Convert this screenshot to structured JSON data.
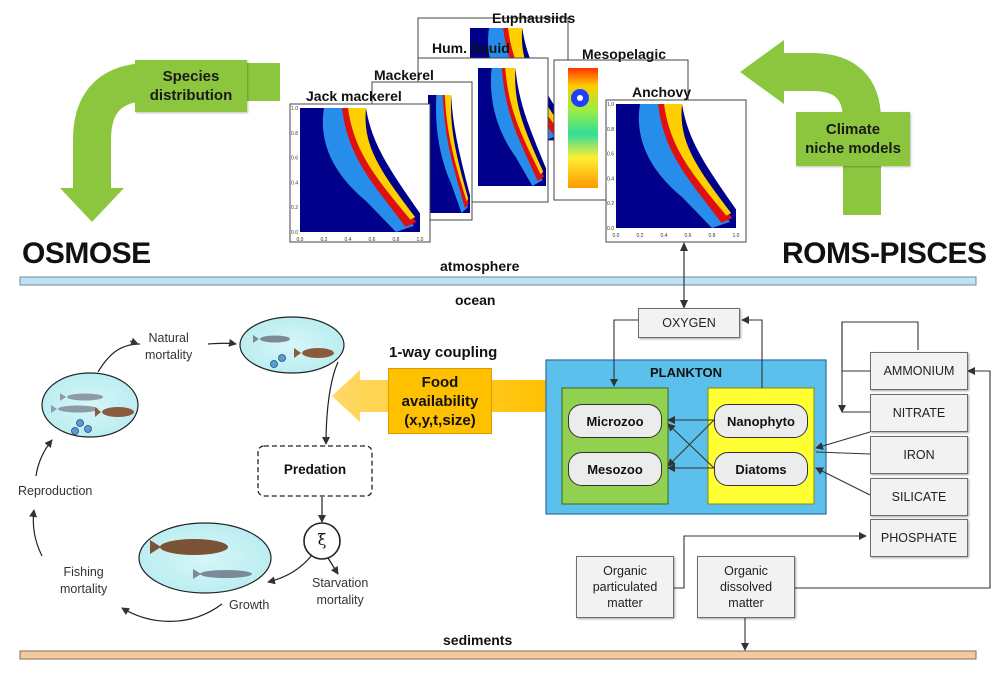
{
  "models": {
    "left": "OSMOSE",
    "right": "ROMS-PISCES"
  },
  "arrows": {
    "species_distribution": "Species\ndistribution",
    "climate_niche": "Climate\nniche models"
  },
  "maps": {
    "titles": [
      "Jack mackerel",
      "Mackerel",
      "Hum. Squid",
      "Euphausiids",
      "Mesopelagic",
      "Anchovy"
    ],
    "x_ticks": [
      "0.0",
      "0.2",
      "0.4",
      "0.6",
      "0.8",
      "1.0"
    ],
    "y_ticks": [
      "0.0",
      "0.2",
      "0.4",
      "0.6",
      "0.8",
      "1.0"
    ]
  },
  "layers": {
    "atmosphere": "atmosphere",
    "ocean": "ocean",
    "sediments": "sediments"
  },
  "coupling": {
    "label": "1-way coupling",
    "box": "Food\navailability\n(x,y,t,size)"
  },
  "cycle": {
    "natural_mortality": "Natural\nmortality",
    "predation": "Predation",
    "xi": "ξ",
    "starvation_mortality": "Starvation\nmortality",
    "growth": "Growth",
    "fishing_mortality": "Fishing\nmortality",
    "reproduction": "Reproduction"
  },
  "pisces": {
    "oxygen": "OXYGEN",
    "plankton": "PLANKTON",
    "microzoo": "Microzoo",
    "mesozoo": "Mesozoo",
    "nanophyto": "Nanophyto",
    "diatoms": "Diatoms",
    "ammonium": "AMMONIUM",
    "nitrate": "NITRATE",
    "iron": "IRON",
    "silicate": "SILICATE",
    "phosphate": "PHOSPHATE",
    "organic_particulated": "Organic\nparticulated\nmatter",
    "organic_dissolved": "Organic\ndissolved\nmatter"
  },
  "colors": {
    "green": "#8cc63f",
    "orange": "#ffc000",
    "plankton_bg": "#5bc0eb",
    "zoo_bg": "#92d050",
    "phyto_bg": "#ffff33",
    "ocean_band": "#bfe3f5",
    "sediment_band": "#f2c9a0",
    "deep_blue": "#00008b"
  }
}
